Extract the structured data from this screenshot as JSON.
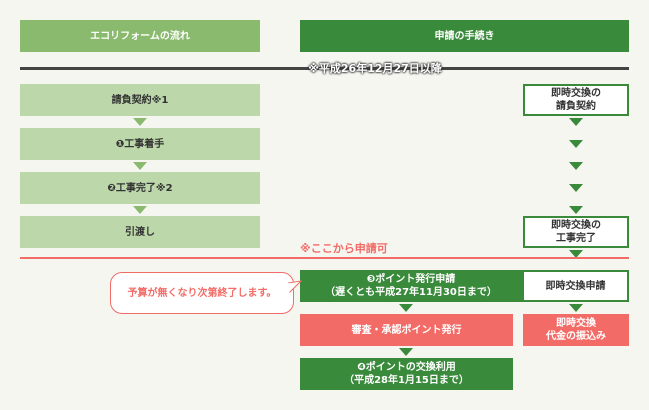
{
  "headers": {
    "left": "エコリフォームの流れ",
    "right": "申請の手続き"
  },
  "date_label": "※平成26年12月27日以降",
  "left_steps": [
    "請負契約※1",
    "❶工事着手",
    "❷工事完了※2",
    "引渡し"
  ],
  "right_steps": {
    "contract": "即時交換の\n請負契約",
    "completion": "即時交換の\n工事完了"
  },
  "apply_from": "※ここから申請可",
  "application": {
    "line1": "❸ポイント発行申請",
    "line2": "（遅くとも平成27年11月30日まで）"
  },
  "instant_application": "即時交換申請",
  "review": "審査・承認ポイント発行",
  "instant_transfer": "即時交換\n代金の振込み",
  "usage": {
    "line1": "❹ポイントの交換利用",
    "line2": "（平成28年1月15日まで）"
  },
  "bubble": "予算が無くなり次第終了します。",
  "colors": {
    "light_green": "#8aba6e",
    "dark_green": "#3a8a3c",
    "pale_green": "#bcd8aa",
    "pink": "#f26b66"
  }
}
